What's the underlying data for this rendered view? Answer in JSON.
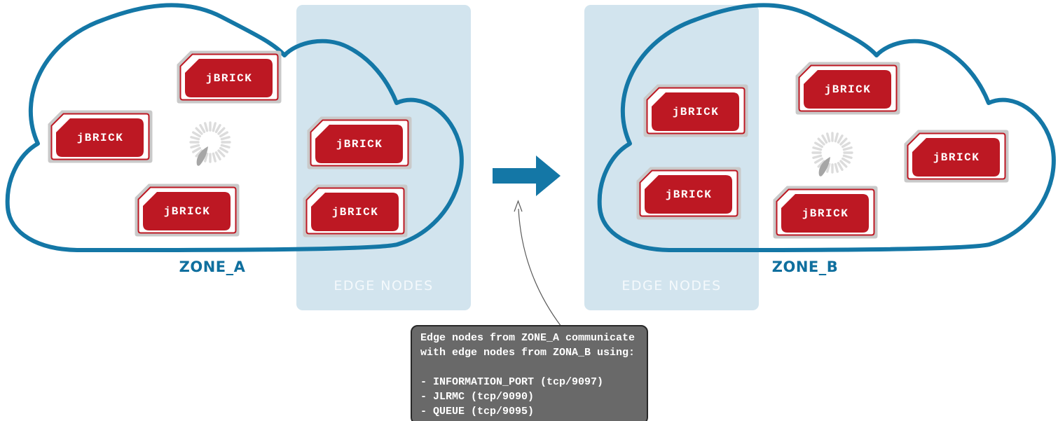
{
  "diagram": {
    "node_label": "jBRICK",
    "zones": [
      {
        "id": "zone_a",
        "label": "ZONE_A",
        "edge_region_label": "EDGE NODES",
        "node_count": 5
      },
      {
        "id": "zone_b",
        "label": "ZONE_B",
        "edge_region_label": "EDGE NODES",
        "node_count": 5
      }
    ],
    "annotation": {
      "lines": [
        "Edge nodes from ZONE_A communicate",
        "with edge nodes from ZONA_B using:",
        "",
        "- INFORMATION_PORT (tcp/9097)",
        "- JLRMC (tcp/9090)",
        "- QUEUE (tcp/9095)"
      ]
    },
    "colors": {
      "cloud_stroke": "#1477a6",
      "flow_arrow": "#1477a6",
      "zone_label": "#0f6f9e",
      "edge_region_bg": "#d2e4ee",
      "edge_region_text": "#f4f9fc",
      "node_red": "#bd1823",
      "node_frame": "#c9c9c9",
      "node_text": "#ffffff",
      "annotation_bg": "#696969",
      "annotation_border": "#282828",
      "annotation_text": "#ffffff",
      "spinner_gray": "#dcdcdc",
      "spinner_leaf": "#a6a6a6",
      "pointer_line": "#5a5a5a"
    }
  }
}
